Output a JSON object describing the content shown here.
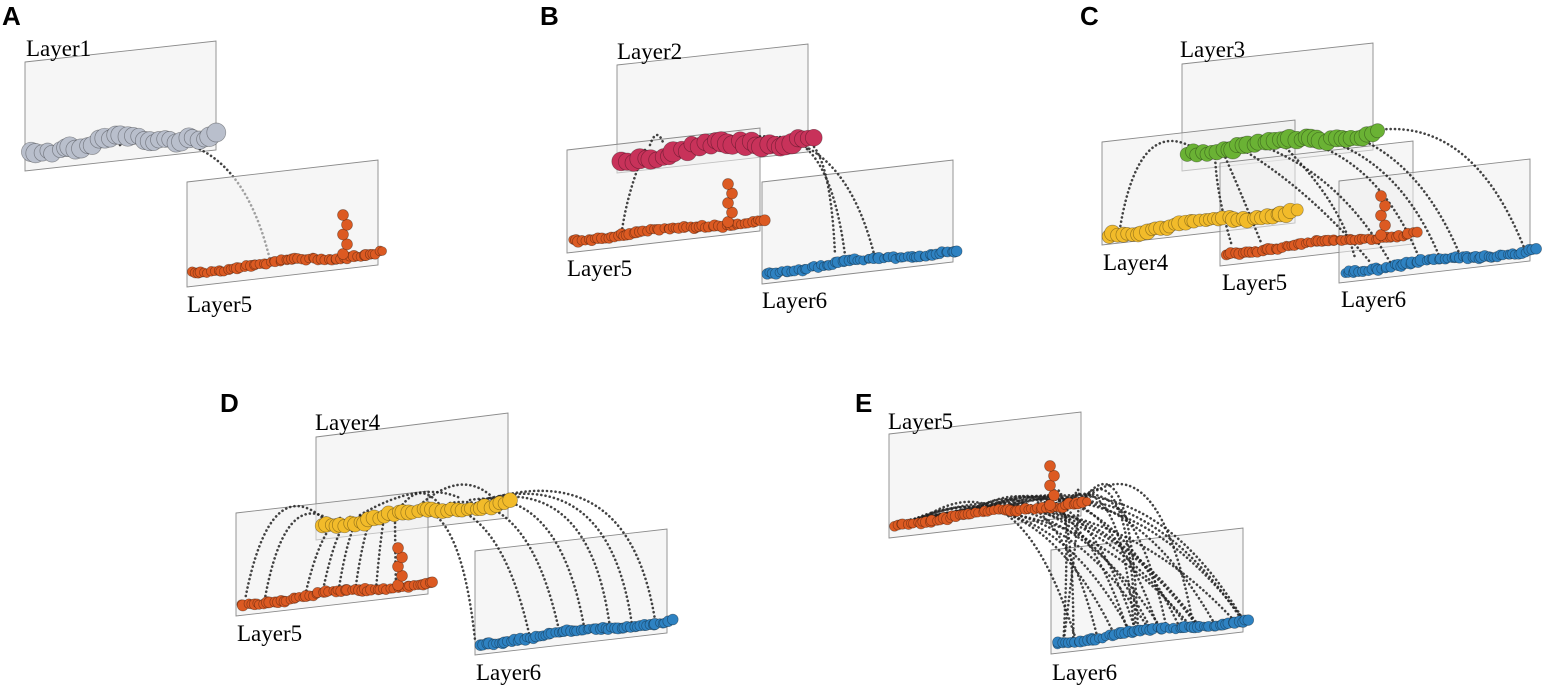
{
  "colors": {
    "Layer1": "#b9bfcc",
    "Layer2": "#c8325a",
    "Layer3": "#6ab234",
    "Layer4": "#f2bb2a",
    "Layer5": "#dc5a22",
    "Layer6": "#2e82c2"
  },
  "panels": [
    {
      "id": "A",
      "letter": "A",
      "layers": [
        {
          "key": "layer1",
          "label": "Layer1",
          "color_key": "Layer1",
          "size": "large"
        },
        {
          "key": "layer5",
          "label": "Layer5",
          "color_key": "Layer5",
          "size": "small"
        }
      ]
    },
    {
      "id": "B",
      "letter": "B",
      "layers": [
        {
          "key": "layer2",
          "label": "Layer2",
          "color_key": "Layer2",
          "size": "large"
        },
        {
          "key": "layer5",
          "label": "Layer5",
          "color_key": "Layer5",
          "size": "small"
        },
        {
          "key": "layer6",
          "label": "Layer6",
          "color_key": "Layer6",
          "size": "small"
        }
      ]
    },
    {
      "id": "C",
      "letter": "C",
      "layers": [
        {
          "key": "layer3",
          "label": "Layer3",
          "color_key": "Layer3",
          "size": "medium"
        },
        {
          "key": "layer4",
          "label": "Layer4",
          "color_key": "Layer4",
          "size": "medium"
        },
        {
          "key": "layer5",
          "label": "Layer5",
          "color_key": "Layer5",
          "size": "small"
        },
        {
          "key": "layer6",
          "label": "Layer6",
          "color_key": "Layer6",
          "size": "small"
        }
      ]
    },
    {
      "id": "D",
      "letter": "D",
      "layers": [
        {
          "key": "layer4",
          "label": "Layer4",
          "color_key": "Layer4",
          "size": "medium"
        },
        {
          "key": "layer5",
          "label": "Layer5",
          "color_key": "Layer5",
          "size": "small"
        },
        {
          "key": "layer6",
          "label": "Layer6",
          "color_key": "Layer6",
          "size": "small"
        }
      ]
    },
    {
      "id": "E",
      "letter": "E",
      "layers": [
        {
          "key": "layer5",
          "label": "Layer5",
          "color_key": "Layer5",
          "size": "small"
        },
        {
          "key": "layer6",
          "label": "Layer6",
          "color_key": "Layer6",
          "size": "small"
        }
      ]
    }
  ]
}
